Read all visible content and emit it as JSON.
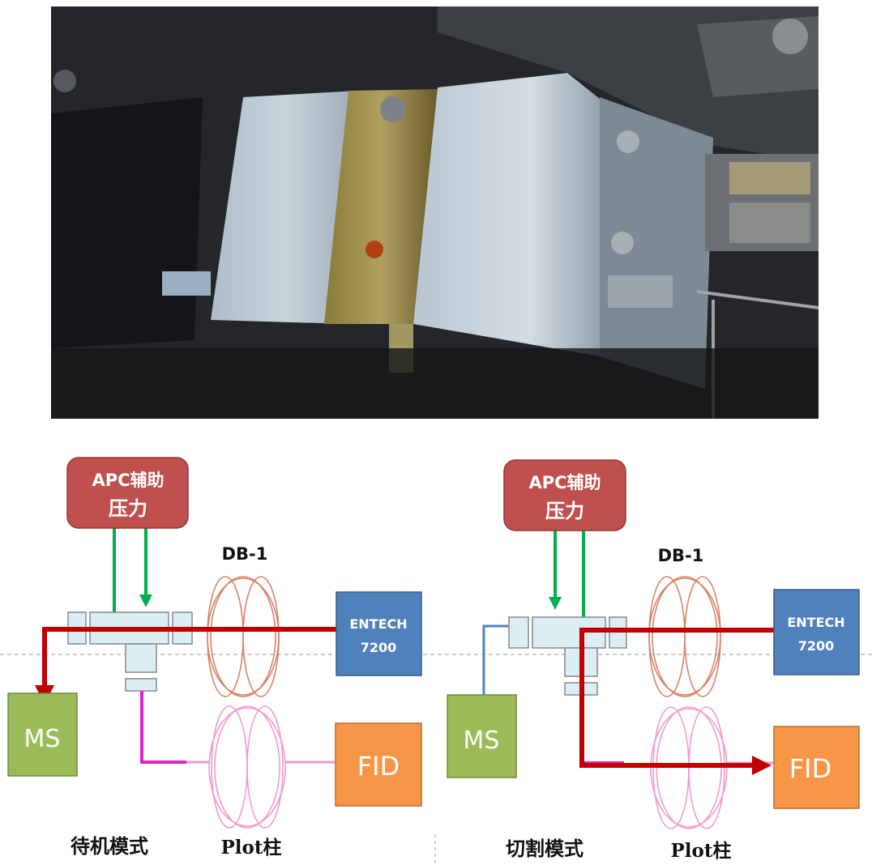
{
  "photo": {
    "description_label": "device-photo"
  },
  "left_panel": {
    "apc_line1": "APC辅助",
    "apc_line2": "压力",
    "db1": "DB-1",
    "entech_line1": "ENTECH",
    "entech_line2": "7200",
    "ms": "MS",
    "fid": "FID",
    "plot": "Plot柱",
    "mode": "待机模式"
  },
  "right_panel": {
    "apc_line1": "APC辅助",
    "apc_line2": "压力",
    "db1": "DB-1",
    "entech_line1": "ENTECH",
    "entech_line2": "7200",
    "ms": "MS",
    "fid": "FID",
    "plot": "Plot柱",
    "mode": "切割模式"
  },
  "colors": {
    "apc": "#c0504d",
    "entech": "#4f81bd",
    "ms": "#9bbb59",
    "fid": "#f79646",
    "flow": "#c00000",
    "aux": "#00b050",
    "db1_coil": "#d9826a",
    "plot_coil": "#f29ad0",
    "connector": "#dbeef4"
  }
}
